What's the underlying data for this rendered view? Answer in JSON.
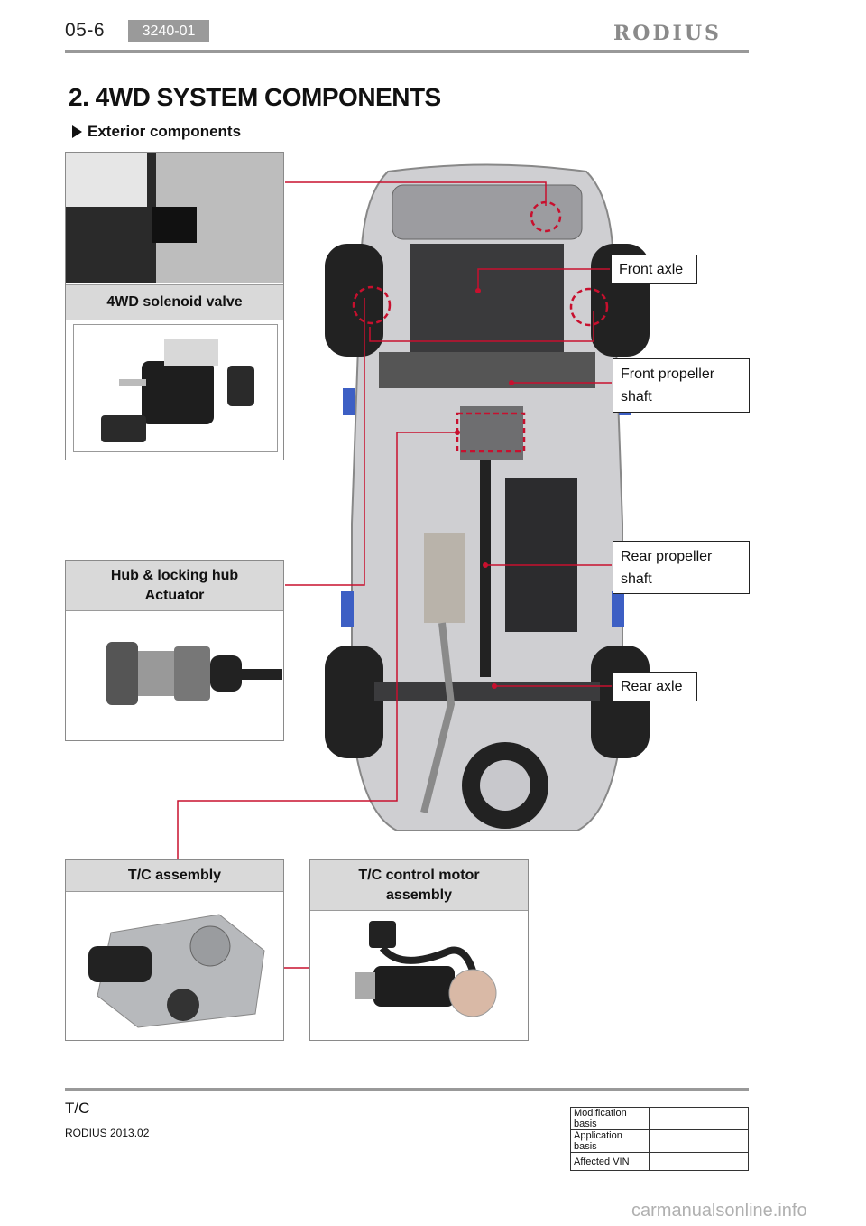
{
  "header": {
    "page_number": "05-6",
    "code": "3240-01",
    "brand": "RODIUS"
  },
  "section": {
    "title": "2. 4WD SYSTEM COMPONENTS",
    "subtitle": "Exterior components"
  },
  "panels": {
    "solenoid": "4WD solenoid valve",
    "hub_line1": "Hub & locking hub",
    "hub_line2": "Actuator",
    "tc_assembly": "T/C assembly",
    "tc_motor_line1": "T/C control motor",
    "tc_motor_line2": "assembly"
  },
  "callouts": {
    "front_axle": "Front axle",
    "front_prop_line1": "Front propeller",
    "front_prop_line2": "shaft",
    "rear_prop_line1": "Rear propeller",
    "rear_prop_line2": "shaft",
    "rear_axle": "Rear axle"
  },
  "footer": {
    "section": "T/C",
    "model": "RODIUS 2013.02",
    "table": [
      {
        "label": "Modification basis",
        "value": ""
      },
      {
        "label": "Application basis",
        "value": ""
      },
      {
        "label": "Affected VIN",
        "value": ""
      }
    ]
  },
  "watermark": "carmanualsonline.info",
  "colors": {
    "leader_red": "#c8102e",
    "header_gray": "#d9d9d9",
    "badge_gray": "#9a9a9a"
  }
}
